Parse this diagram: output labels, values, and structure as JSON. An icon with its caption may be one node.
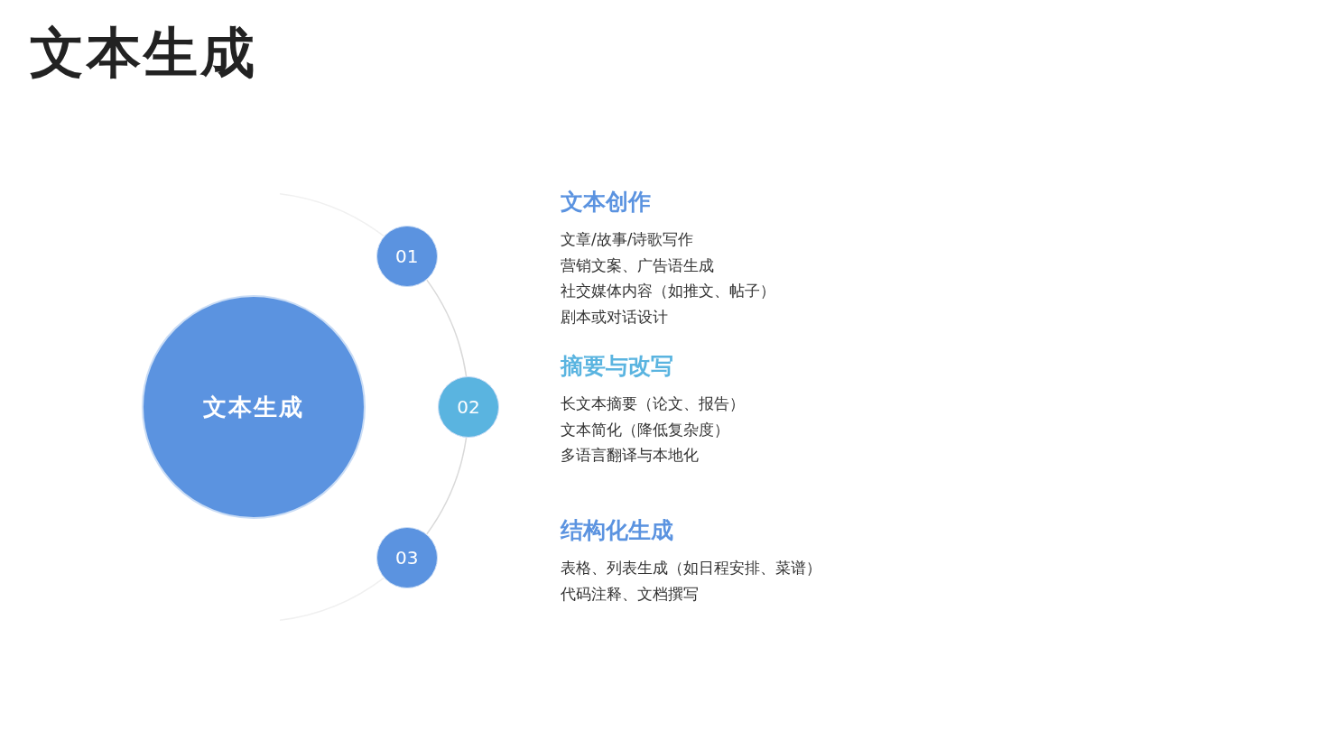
{
  "diagram": {
    "title": "文本生成",
    "nodes": [
      {
        "text": [
          "文本生成"
        ]
      },
      {
        "text": [
          "01"
        ],
        "beside": [
          "文本创作",
          "文章/故事/诗歌写作",
          "营销文案、广告语生成",
          "社交媒体内容（如推文、帖子）",
          "剧本或对话设计"
        ]
      },
      {
        "text": [
          "02"
        ],
        "beside": [
          "摘要与改写",
          "长文本摘要（论文、报告）",
          "文本简化（降低复杂度）",
          "多语言翻译与本地化"
        ]
      },
      {
        "text": [
          "03"
        ],
        "beside": [
          "结构化生成",
          "表格、列表生成（如日程安排、菜谱）",
          "代码注释、文档撰写"
        ]
      }
    ],
    "edges": [
      {
        "from": null,
        "to": 1,
        "arrow": "none",
        "color": "#f0f0f0"
      },
      {
        "from": 1,
        "to": 2,
        "arrow": "none"
      },
      {
        "from": 2,
        "to": 3,
        "arrow": "none"
      },
      {
        "from": 3,
        "to": null,
        "arrow": "none",
        "color": "#f0f0f0"
      }
    ]
  }
}
